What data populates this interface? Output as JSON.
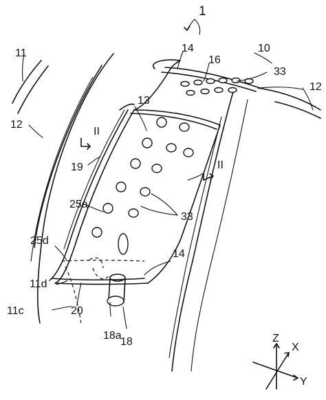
{
  "figure": {
    "main_ref": "1",
    "labels": {
      "r10": "10",
      "r11": "11",
      "r11c": "11c",
      "r11d": "11d",
      "r12_left": "12",
      "r12_right": "12",
      "r13": "13",
      "r14_top": "14",
      "r14_bottom": "14",
      "r16": "16",
      "r18": "18",
      "r18a": "18a",
      "r19": "19",
      "r20": "20",
      "r25a": "25a",
      "r25d": "25d",
      "r33_top": "33",
      "r33_bottom": "33",
      "section_left": "II",
      "section_right": "II"
    },
    "axes": {
      "z": "Z",
      "x": "X",
      "y": "Y"
    }
  }
}
